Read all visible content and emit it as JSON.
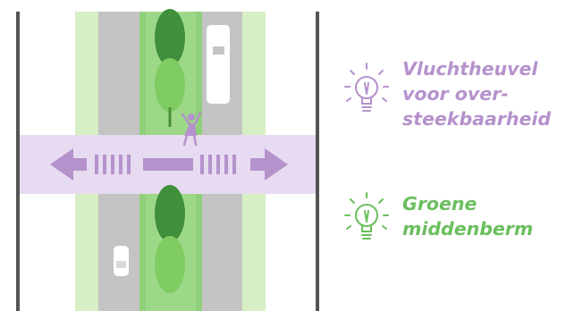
{
  "colors": {
    "purple": "#b592cc",
    "green": "#6bbf5e",
    "dark_green": "#3f8f3b",
    "light_green": "#d7efc4",
    "crossing_band": "#e6dbf0",
    "road": "#c4c4c4",
    "median": "#8fd07a",
    "sidewalk_line": "#555555"
  },
  "tips": [
    {
      "text": "Vluchtheuvel\nvoor over-\nsteekbaarheid",
      "color": "purple",
      "icon": "lightbulb-icon"
    },
    {
      "text": "Groene\nmiddenberm",
      "color": "green",
      "icon": "lightbulb-icon"
    }
  ]
}
